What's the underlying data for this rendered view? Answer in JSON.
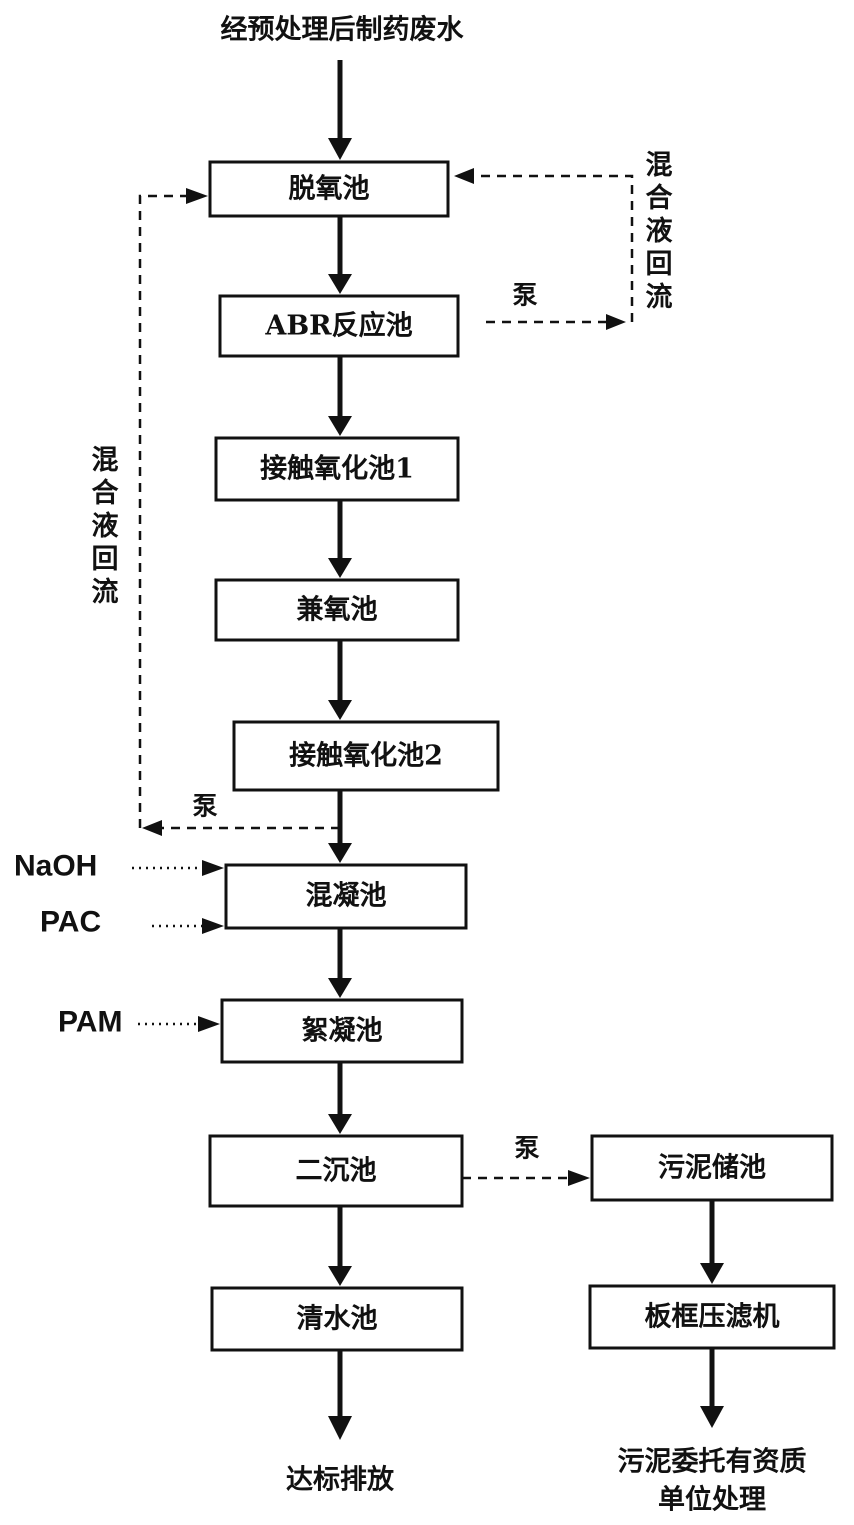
{
  "input_label": "经预处理后制药废水",
  "tanks": {
    "deoxygenation": "脱氧池",
    "abr": "ABR反应池",
    "contact_oxidation_1": "接触氧化池1",
    "anoxic": "兼氧池",
    "contact_oxidation_2": "接触氧化池2",
    "coagulation": "混凝池",
    "flocculation": "絮凝池",
    "secondary_settling": "二沉池",
    "clear_water": "清水池",
    "sludge_storage": "污泥储池",
    "filter_press": "板框压滤机"
  },
  "chemicals": {
    "naoh": "NaOH",
    "pac": "PAC",
    "pam": "PAM"
  },
  "pump_label": "泵",
  "recirculation_label": "混合液回流",
  "outputs": {
    "discharge": "达标排放",
    "sludge_disposal_line1": "污泥委托有资质",
    "sludge_disposal_line2": "单位处理"
  }
}
